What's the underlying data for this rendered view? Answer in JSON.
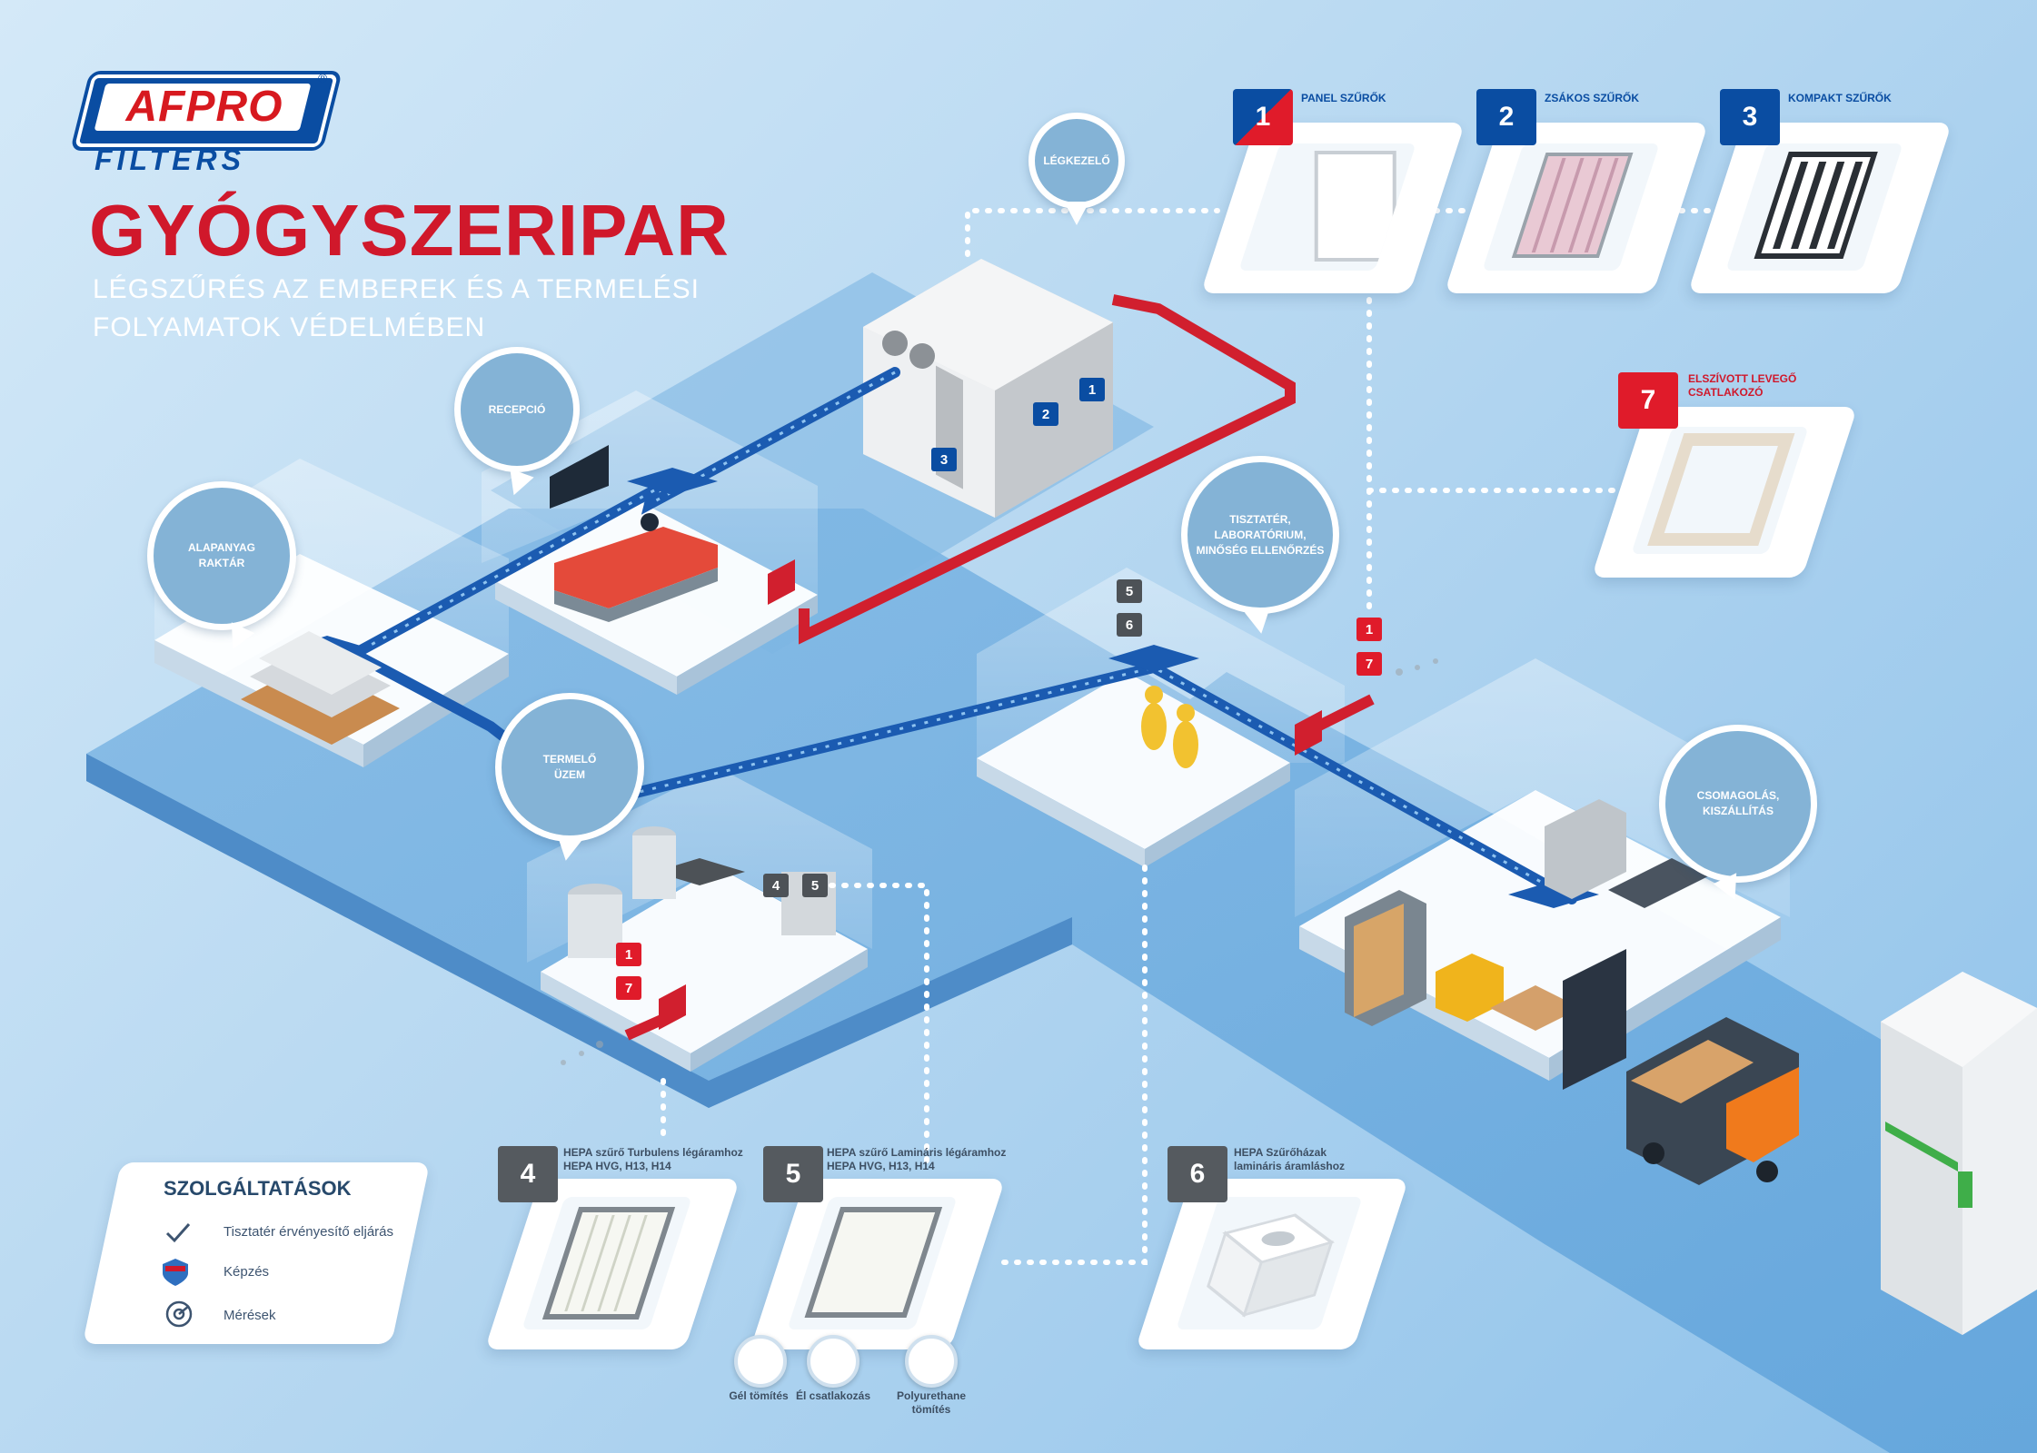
{
  "brand": {
    "logo_text": "AFPRO",
    "logo_sub": "FILTERS",
    "reg": "®"
  },
  "title": "GYÓGYSZERIPAR",
  "subtitle_line1": "LÉGSZŰRÉS AZ EMBEREK ÉS A TERMELÉSI",
  "subtitle_line2": "FOLYAMATOK VÉDELMÉBEN",
  "bubbles": {
    "legkezelo": "LÉGKEZELŐ",
    "recepcio": "RECEPCIÓ",
    "alapanyag_1": "ALAPANYAG",
    "alapanyag_2": "RAKTÁR",
    "termelo_1": "TERMELŐ",
    "termelo_2": "ÜZEM",
    "tisztater_1": "TISZTATÉR,",
    "tisztater_2": "LABORATÓRIUM,",
    "tisztater_3": "MINŐSÉG ELLENŐRZÉS",
    "csomagolas_1": "CSOMAGOLÁS,",
    "csomagolas_2": "KISZÁLLÍTÁS"
  },
  "products": {
    "p1": {
      "num": "1",
      "label": "PANEL SZŰRŐK"
    },
    "p2": {
      "num": "2",
      "label": "ZSÁKOS SZŰRŐK"
    },
    "p3": {
      "num": "3",
      "label": "KOMPAKT SZŰRŐK"
    },
    "p7": {
      "num": "7",
      "label_1": "ELSZÍVOTT LEVEGŐ",
      "label_2": "CSATLAKOZÓ"
    },
    "p4": {
      "num": "4",
      "label_1": "HEPA szűrő Turbulens légáramhoz",
      "label_2": "HEPA HVG, H13, H14"
    },
    "p5": {
      "num": "5",
      "label_1": "HEPA szűrő Lamináris légáramhoz",
      "label_2": "HEPA HVG, H13, H14"
    },
    "p6": {
      "num": "6",
      "label_1": "HEPA Szűrőházak",
      "label_2": "lamináris áramláshoz"
    }
  },
  "tags": {
    "t1": "1",
    "t2": "2",
    "t3": "3",
    "t4": "4",
    "t5": "5",
    "t6": "6",
    "t7": "7"
  },
  "seals": {
    "gel": "Gél tömítés",
    "el": "Él csatlakozás",
    "pu_1": "Polyurethane",
    "pu_2": "tömítés"
  },
  "services": {
    "title": "SZOLGÁLTATÁSOK",
    "items": [
      "Tisztatér érvényesítő eljárás",
      "Képzés",
      "Mérések"
    ]
  },
  "colors": {
    "blue": "#0a4da2",
    "red": "#e01b2a",
    "title_red": "#d0182b",
    "bubble": "#84b3d6"
  }
}
